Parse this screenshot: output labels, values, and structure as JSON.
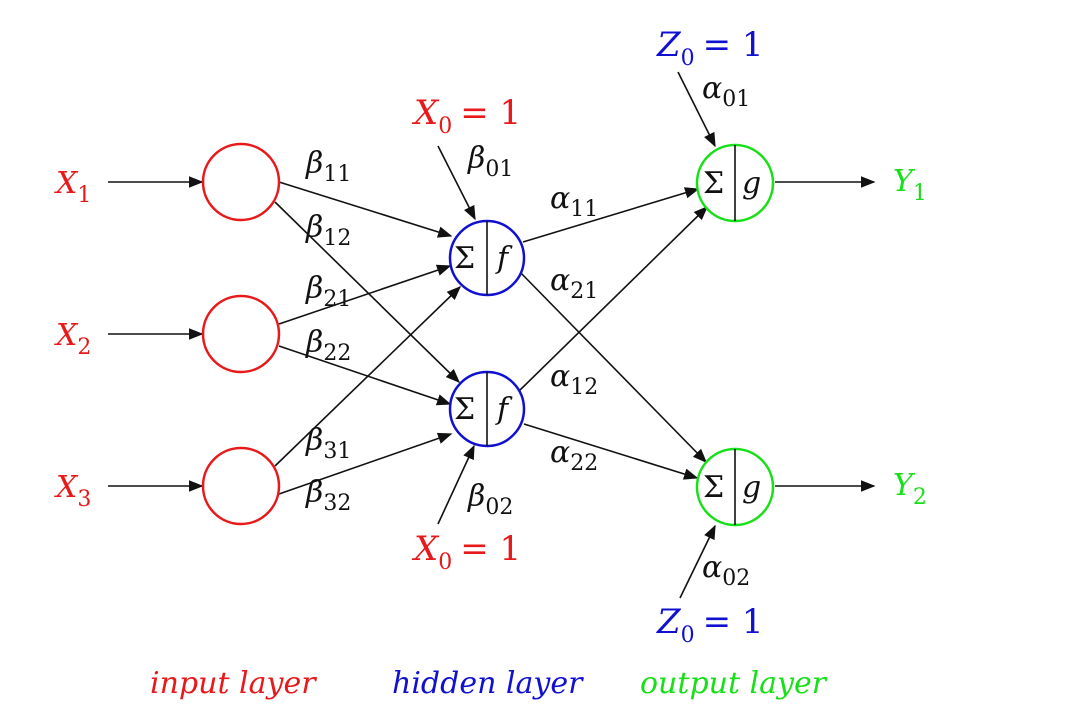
{
  "colors": {
    "input": "#e8191a",
    "hidden": "#1010d0",
    "output": "#18e018",
    "edge": "#111111"
  },
  "inputs": [
    {
      "var": "X",
      "sub": "1"
    },
    {
      "var": "X",
      "sub": "2"
    },
    {
      "var": "X",
      "sub": "3"
    }
  ],
  "hidden_nodes": [
    {
      "sum": "Σ",
      "fn": "f"
    },
    {
      "sum": "Σ",
      "fn": "f"
    }
  ],
  "output_nodes": [
    {
      "sum": "Σ",
      "fn": "g"
    },
    {
      "sum": "Σ",
      "fn": "g"
    }
  ],
  "outputs": [
    {
      "var": "Y",
      "sub": "1"
    },
    {
      "var": "Y",
      "sub": "2"
    }
  ],
  "bias_hidden": [
    {
      "var": "X",
      "sub": "0",
      "eq": "= 1"
    },
    {
      "var": "X",
      "sub": "0",
      "eq": "= 1"
    }
  ],
  "bias_output": [
    {
      "var": "Z",
      "sub": "0",
      "eq": "= 1"
    },
    {
      "var": "Z",
      "sub": "0",
      "eq": "= 1"
    }
  ],
  "weights_beta": [
    {
      "sym": "β",
      "sub": "11"
    },
    {
      "sym": "β",
      "sub": "12"
    },
    {
      "sym": "β",
      "sub": "21"
    },
    {
      "sym": "β",
      "sub": "22"
    },
    {
      "sym": "β",
      "sub": "31"
    },
    {
      "sym": "β",
      "sub": "32"
    },
    {
      "sym": "β",
      "sub": "01"
    },
    {
      "sym": "β",
      "sub": "02"
    }
  ],
  "weights_alpha": [
    {
      "sym": "α",
      "sub": "11"
    },
    {
      "sym": "α",
      "sub": "21"
    },
    {
      "sym": "α",
      "sub": "12"
    },
    {
      "sym": "α",
      "sub": "22"
    },
    {
      "sym": "α",
      "sub": "01"
    },
    {
      "sym": "α",
      "sub": "02"
    }
  ],
  "layers": {
    "input": "input layer",
    "hidden": "hidden layer",
    "output": "output layer"
  }
}
